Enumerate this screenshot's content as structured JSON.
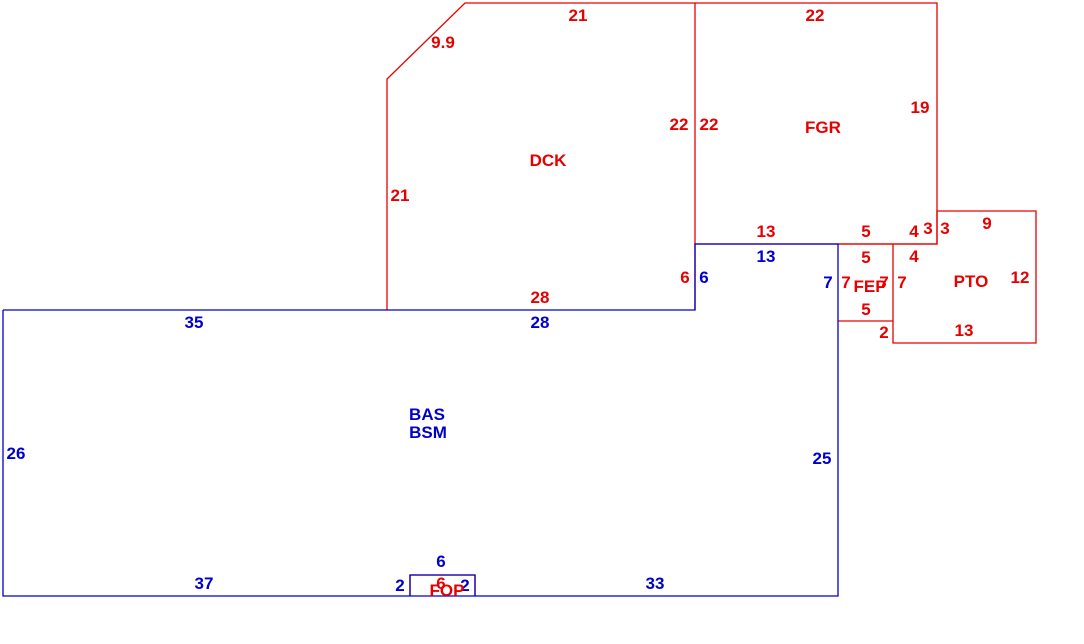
{
  "colors": {
    "red": "#e60000",
    "blue": "#0000cc",
    "background": "#ffffff"
  },
  "areas": {
    "dck": {
      "label": "DCK",
      "dims": [
        "21",
        "9.9",
        "21",
        "22",
        "28",
        "6"
      ]
    },
    "fgr": {
      "label": "FGR",
      "dims": [
        "22",
        "22",
        "19",
        "13",
        "5",
        "3"
      ]
    },
    "bas": {
      "label": "BAS",
      "label2": "BSM",
      "dims": [
        "35",
        "28",
        "6",
        "13",
        "7",
        "25",
        "33",
        "26",
        "37",
        "2",
        "6",
        "2"
      ]
    },
    "fep": {
      "label": "FEP",
      "dims": [
        "5",
        "7",
        "7",
        "5",
        "2",
        "4",
        "7"
      ]
    },
    "pto": {
      "label": "PTO",
      "dims": [
        "3",
        "9",
        "12",
        "13",
        "4"
      ]
    },
    "fop": {
      "label": "FOP",
      "dims": [
        "6"
      ]
    }
  }
}
